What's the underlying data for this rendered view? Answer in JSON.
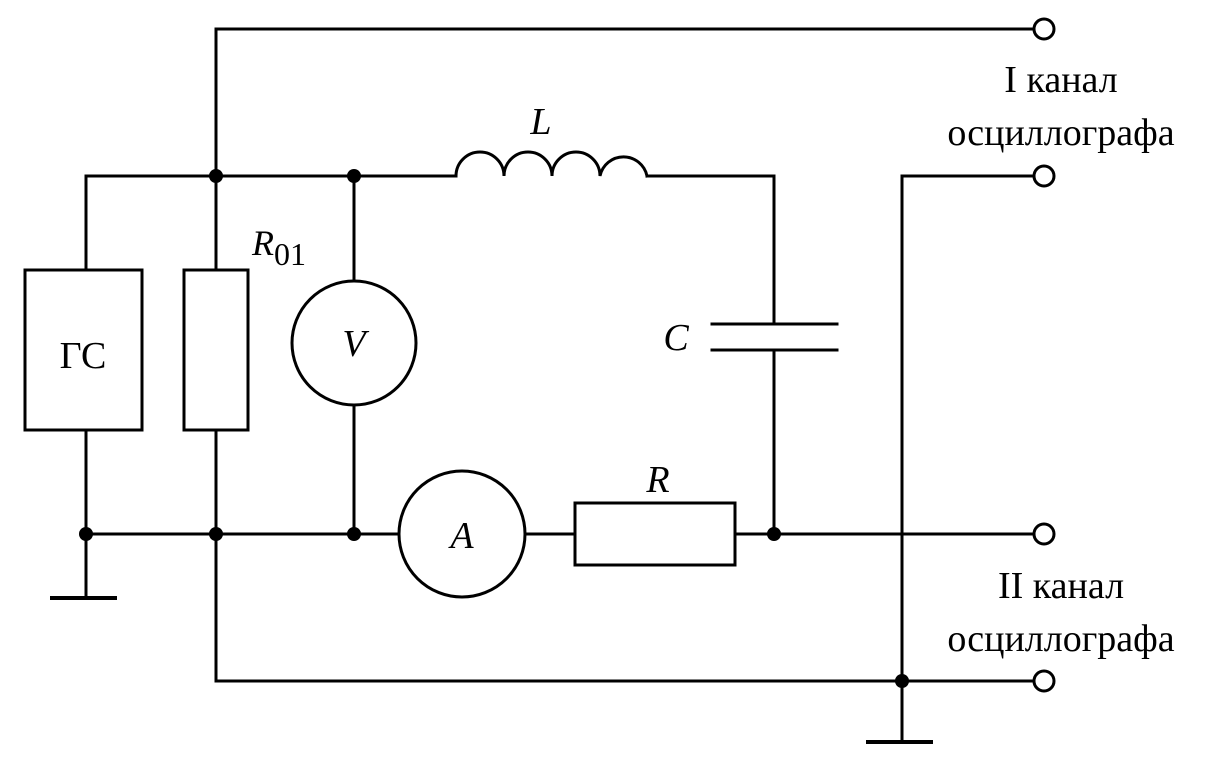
{
  "components": {
    "generator": {
      "label": "ГС"
    },
    "r01": {
      "symbol": "R",
      "subscript": "01"
    },
    "voltmeter": {
      "label": "V"
    },
    "ammeter": {
      "label": "A"
    },
    "inductor": {
      "label": "L"
    },
    "capacitor": {
      "label": "C"
    },
    "resistor": {
      "label": "R"
    }
  },
  "channels": {
    "channel1": {
      "line1": "I канал",
      "line2": "осциллографа"
    },
    "channel2": {
      "line1": "II канал",
      "line2": "осциллографа"
    }
  }
}
